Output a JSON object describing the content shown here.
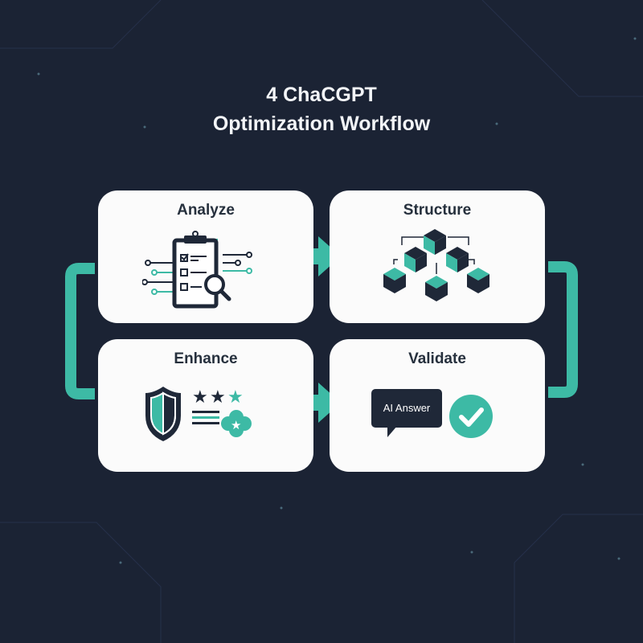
{
  "title": {
    "line1": "4 ChaCGPT",
    "line2": "Optimization Workflow"
  },
  "steps": [
    {
      "label": "Analyze",
      "icon": "clipboard-magnifier-icon"
    },
    {
      "label": "Structure",
      "icon": "cube-hierarchy-icon"
    },
    {
      "label": "Enhance",
      "icon": "shield-stars-icon"
    },
    {
      "label": "Validate",
      "icon": "ai-answer-check-icon"
    }
  ],
  "validate_bubble": "AI Answer",
  "colors": {
    "background": "#1b2334",
    "accent": "#3dbaa5",
    "dark": "#1f2838",
    "card": "#fbfbfb"
  }
}
